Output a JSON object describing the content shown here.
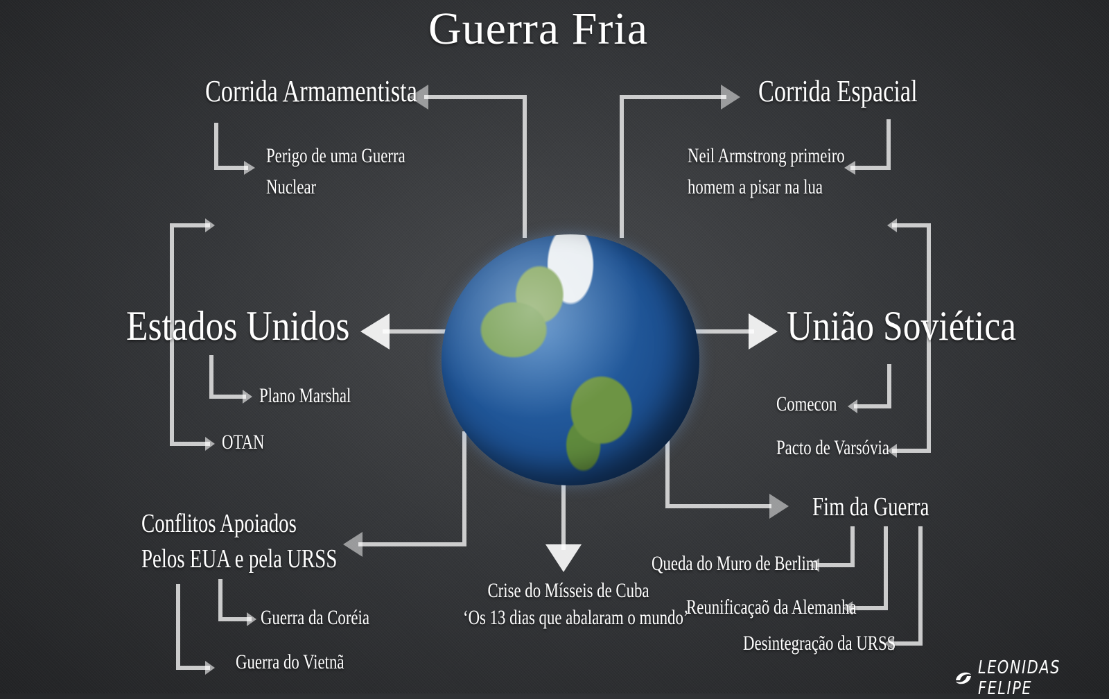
{
  "title": "Guerra Fria",
  "nodes": {
    "arms_race": "Corrida Armamentista",
    "nuclear_war": [
      "Perigo de uma Guerra",
      "Nuclear"
    ],
    "space_race": "Corrida Espacial",
    "armstrong": [
      "Neil Armstrong primeiro",
      "homem a pisar na lua"
    ],
    "usa": "Estados Unidos",
    "marshall": "Plano Marshal",
    "nato": "OTAN",
    "ussr": "União Soviética",
    "comecon": "Comecon",
    "warsaw": "Pacto de Varsóvia",
    "conflicts": [
      "Conflitos Apoiados",
      "Pelos EUA e pela URSS"
    ],
    "korea": "Guerra da Coréia",
    "vietnam": "Guerra do Vietnã",
    "cuba": [
      "Crise do Mísseis de Cuba",
      "‘Os 13 dias que abalaram o mundo’"
    ],
    "end": "Fim da Guerra",
    "berlin": "Queda do Muro de Berlim",
    "reunification": "Reunificaçaõ da Alemanha",
    "ussr_dissolution": "Desintegração da URSS"
  },
  "author": "LEONIDAS FELIPE",
  "icons": {
    "center": "earth-globe-icon",
    "logo": "leonidas-felipe-logo-icon"
  }
}
